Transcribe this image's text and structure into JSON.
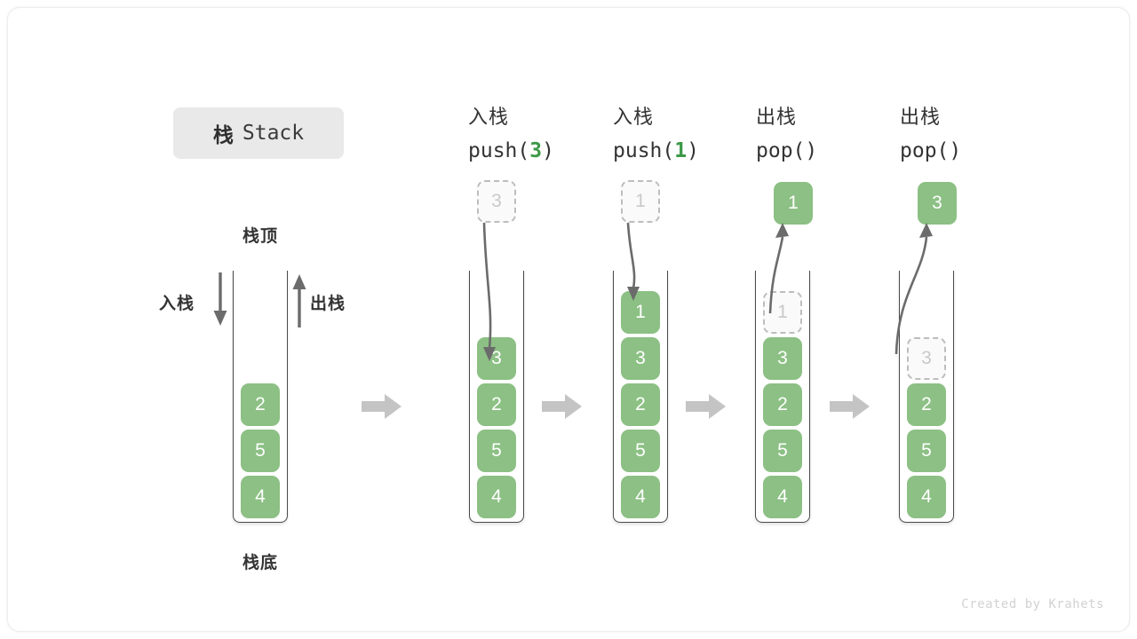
{
  "title": {
    "zh": "栈",
    "en": "Stack"
  },
  "reference": {
    "top_label": "栈顶",
    "bottom_label": "栈底",
    "push_label": "入栈",
    "pop_label": "出栈",
    "items": [
      "2",
      "5",
      "4"
    ]
  },
  "watermark": "Created by Krahets",
  "colors": {
    "green_fill": "#8cc084",
    "green_accent": "#3d9948",
    "ghost_border": "#bdbdbd",
    "ghost_text": "#c9c9c9",
    "tube_stroke": "#4a4a4a",
    "step_arrow": "#c4c4c4",
    "badge_bg": "#e9e9e9"
  },
  "steps": [
    {
      "title_zh": "入栈",
      "code_prefix": "push(",
      "code_arg": "3",
      "code_suffix": ")",
      "float_value": "3",
      "float_style": "ghost",
      "arrow_direction": "down",
      "items": [
        {
          "value": "3",
          "style": "solid"
        },
        {
          "value": "2",
          "style": "solid"
        },
        {
          "value": "5",
          "style": "solid"
        },
        {
          "value": "4",
          "style": "solid"
        }
      ]
    },
    {
      "title_zh": "入栈",
      "code_prefix": "push(",
      "code_arg": "1",
      "code_suffix": ")",
      "float_value": "1",
      "float_style": "ghost",
      "arrow_direction": "down",
      "items": [
        {
          "value": "1",
          "style": "solid"
        },
        {
          "value": "3",
          "style": "solid"
        },
        {
          "value": "2",
          "style": "solid"
        },
        {
          "value": "5",
          "style": "solid"
        },
        {
          "value": "4",
          "style": "solid"
        }
      ]
    },
    {
      "title_zh": "出栈",
      "code_prefix": "pop(",
      "code_arg": "",
      "code_suffix": ")",
      "float_value": "1",
      "float_style": "solid",
      "arrow_direction": "up",
      "items": [
        {
          "value": "1",
          "style": "ghost"
        },
        {
          "value": "3",
          "style": "solid"
        },
        {
          "value": "2",
          "style": "solid"
        },
        {
          "value": "5",
          "style": "solid"
        },
        {
          "value": "4",
          "style": "solid"
        }
      ]
    },
    {
      "title_zh": "出栈",
      "code_prefix": "pop(",
      "code_arg": "",
      "code_suffix": ")",
      "float_value": "3",
      "float_style": "solid",
      "arrow_direction": "up",
      "items": [
        {
          "value": "3",
          "style": "ghost"
        },
        {
          "value": "2",
          "style": "solid"
        },
        {
          "value": "5",
          "style": "solid"
        },
        {
          "value": "4",
          "style": "solid"
        }
      ]
    }
  ]
}
